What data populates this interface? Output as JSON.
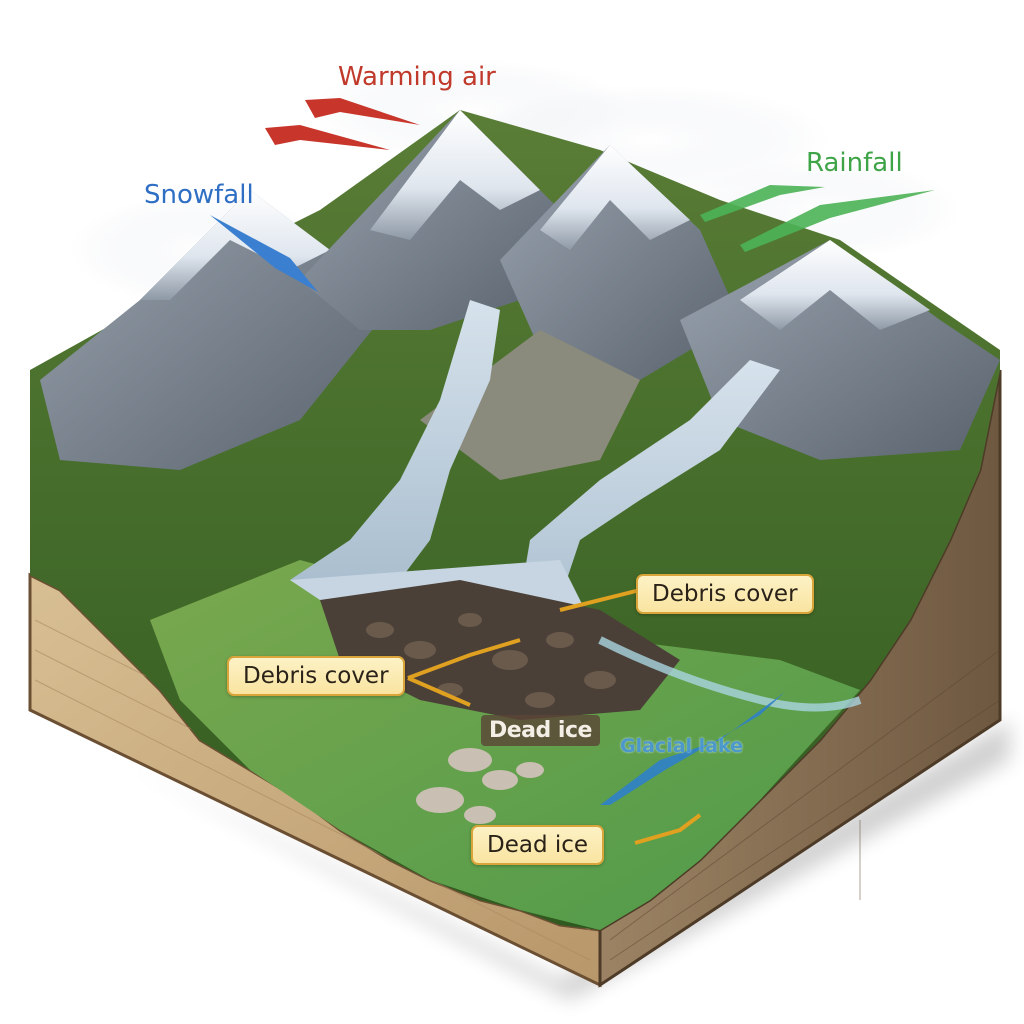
{
  "diagram": {
    "type": "block-diagram",
    "subject": "Glacial valley with debris-covered glacier",
    "flow_labels": [
      {
        "id": "warming-air",
        "text": "Warming air",
        "color": "#c0392b"
      },
      {
        "id": "snowfall",
        "text": "Snowfall",
        "color": "#2e6fc4"
      },
      {
        "id": "rainfall",
        "text": "Rainfall",
        "color": "#3fa447"
      }
    ],
    "callouts": [
      {
        "id": "debris-cover-right",
        "text": "Debris cover"
      },
      {
        "id": "debris-cover-left",
        "text": "Debris cover"
      },
      {
        "id": "dead-ice-inset",
        "text": "Dead ice"
      },
      {
        "id": "glacial-lake",
        "text": "Glacial lake"
      },
      {
        "id": "dead-ice-bottom",
        "text": "Dead ice"
      }
    ],
    "colors": {
      "callout_fill": "#fbeaaf",
      "callout_border": "#d9a53a",
      "leader_line": "#e0a020",
      "soil": "#c9ad82",
      "soil_dark": "#7a6145",
      "snow": "#f2f5f8",
      "rock": "#7d8794",
      "forest": "#3f6b2a",
      "meadow": "#6fa34a",
      "ice": "#b9ccdc",
      "lake_arrow": "#2f80c9"
    }
  }
}
